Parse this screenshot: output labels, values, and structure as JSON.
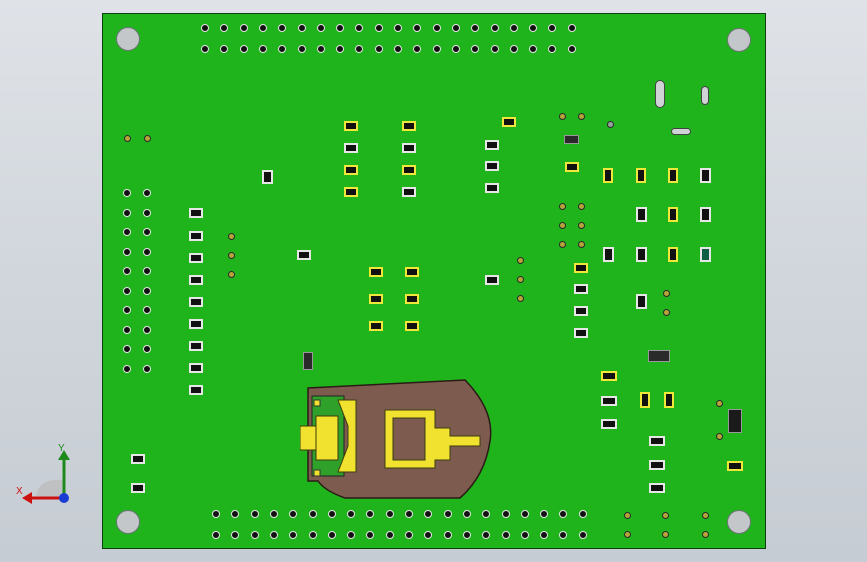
{
  "viewer": {
    "view_name": "CAD 3D viewport",
    "background": "#d6dbe0",
    "board_color": "#1fb31c",
    "pad_color": "#f0e22e",
    "battery_holder_color": "#7d5b4f"
  },
  "axes": {
    "x_label": "X",
    "y_label": "Y",
    "x_color": "#cc1111",
    "y_color": "#1e8a1e",
    "z_color": "#1a3cd4"
  }
}
